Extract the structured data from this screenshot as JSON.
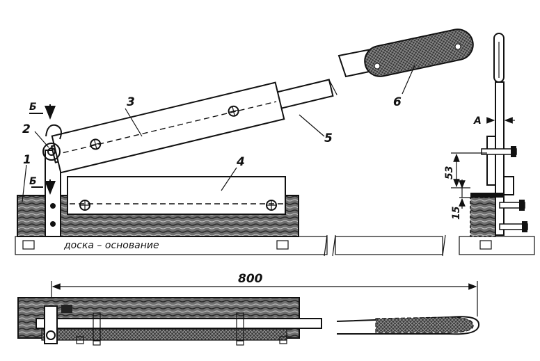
{
  "labels": {
    "part_1": "1",
    "part_2": "2",
    "part_3": "3",
    "part_4": "4",
    "part_5": "5",
    "part_6": "6",
    "section_b_top": "Б",
    "section_b_bottom": "Б",
    "dim_a": "А"
  },
  "caption_base": "доска – основание",
  "dimensions": {
    "length": "800",
    "offset_53": "53",
    "offset_15": "15"
  }
}
